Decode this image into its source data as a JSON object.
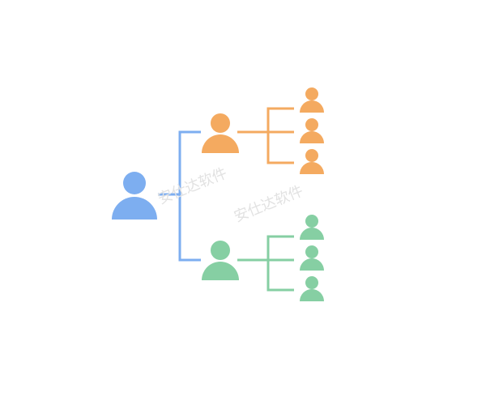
{
  "colors": {
    "root": "#7daef0",
    "branch_a": "#f4aa60",
    "branch_b": "#86cfa3",
    "watermark": "#e2e2e2"
  },
  "tree": {
    "root": {
      "icon": "person-icon"
    },
    "branches": [
      {
        "name": "orange-group",
        "children": 3
      },
      {
        "name": "green-group",
        "children": 3
      }
    ]
  },
  "watermarks": [
    "安仕达软件",
    "安仕达软件"
  ]
}
